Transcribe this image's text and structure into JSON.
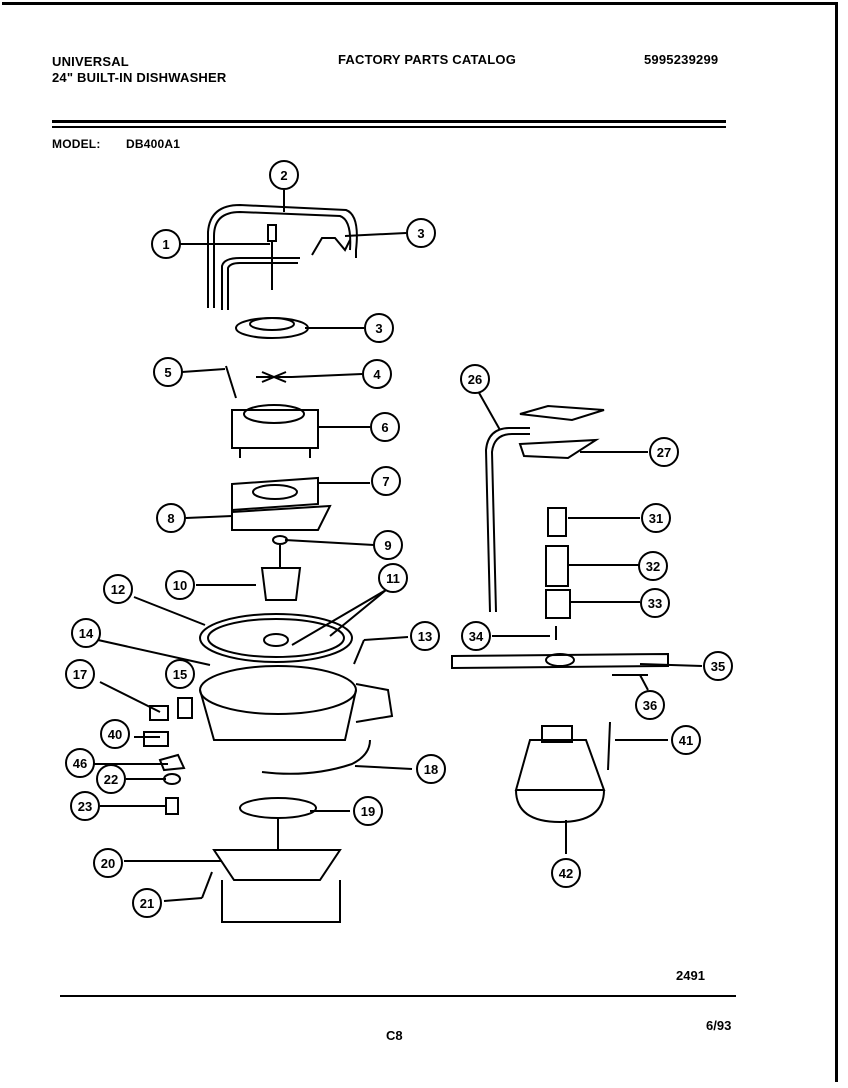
{
  "header": {
    "brand": "UNIVERSAL",
    "product": "24\" BUILT-IN DISHWASHER",
    "catalog_title": "FACTORY PARTS CATALOG",
    "catalog_number": "5995239299",
    "model_label": "MODEL:",
    "model_value": "DB400A1"
  },
  "footer": {
    "drawing_number": "2491",
    "page_code": "C8",
    "date": "6/93"
  },
  "callouts": [
    {
      "id": "c2",
      "label": "2"
    },
    {
      "id": "c1",
      "label": "1"
    },
    {
      "id": "c3a",
      "label": "3"
    },
    {
      "id": "c3b",
      "label": "3"
    },
    {
      "id": "c5",
      "label": "5"
    },
    {
      "id": "c4",
      "label": "4"
    },
    {
      "id": "c6",
      "label": "6"
    },
    {
      "id": "c7",
      "label": "7"
    },
    {
      "id": "c8",
      "label": "8"
    },
    {
      "id": "c9",
      "label": "9"
    },
    {
      "id": "c10",
      "label": "10"
    },
    {
      "id": "c11",
      "label": "11"
    },
    {
      "id": "c12",
      "label": "12"
    },
    {
      "id": "c13",
      "label": "13"
    },
    {
      "id": "c14",
      "label": "14"
    },
    {
      "id": "c15",
      "label": "15"
    },
    {
      "id": "c17",
      "label": "17"
    },
    {
      "id": "c40",
      "label": "40"
    },
    {
      "id": "c46",
      "label": "46"
    },
    {
      "id": "c22",
      "label": "22"
    },
    {
      "id": "c23",
      "label": "23"
    },
    {
      "id": "c18",
      "label": "18"
    },
    {
      "id": "c19",
      "label": "19"
    },
    {
      "id": "c20",
      "label": "20"
    },
    {
      "id": "c21",
      "label": "21"
    },
    {
      "id": "c26",
      "label": "26"
    },
    {
      "id": "c27",
      "label": "27"
    },
    {
      "id": "c31",
      "label": "31"
    },
    {
      "id": "c32",
      "label": "32"
    },
    {
      "id": "c33",
      "label": "33"
    },
    {
      "id": "c34",
      "label": "34"
    },
    {
      "id": "c35",
      "label": "35"
    },
    {
      "id": "c36",
      "label": "36"
    },
    {
      "id": "c41",
      "label": "41"
    },
    {
      "id": "c42",
      "label": "42"
    }
  ]
}
